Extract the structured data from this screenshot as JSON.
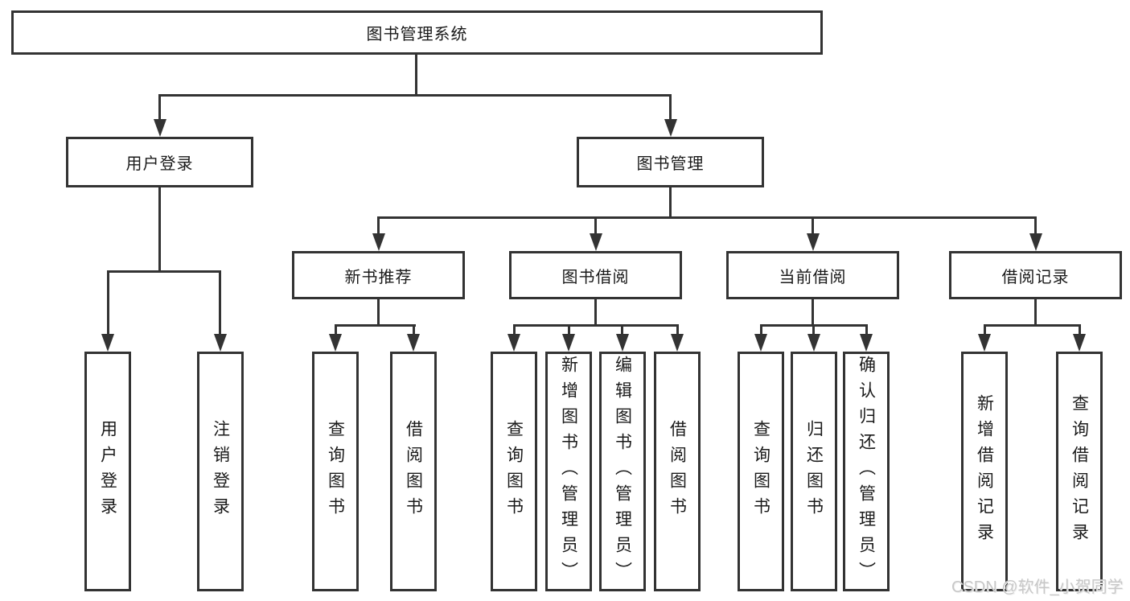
{
  "diagram": {
    "root": {
      "label": "图书管理系统"
    },
    "level2": [
      {
        "label": "用户登录"
      },
      {
        "label": "图书管理"
      }
    ],
    "level3": [
      {
        "label": "新书推荐"
      },
      {
        "label": "图书借阅"
      },
      {
        "label": "当前借阅"
      },
      {
        "label": "借阅记录"
      }
    ],
    "leaves": {
      "user": [
        "用户登录",
        "注销登录"
      ],
      "recommend": [
        "查询图书",
        "借阅图书"
      ],
      "borrow": [
        "查询图书",
        "新增图书（管理员）",
        "编辑图书（管理员）",
        "借阅图书"
      ],
      "current": [
        "查询图书",
        "归还图书",
        "确认归还（管理员）"
      ],
      "records": [
        "新增借阅记录",
        "查询借阅记录"
      ]
    },
    "watermark": "CSDN @软件_小贺同学"
  },
  "colors": {
    "line": "#333333",
    "text": "#1a1a1a",
    "watermark": "#c8c8c8",
    "background": "#ffffff"
  }
}
